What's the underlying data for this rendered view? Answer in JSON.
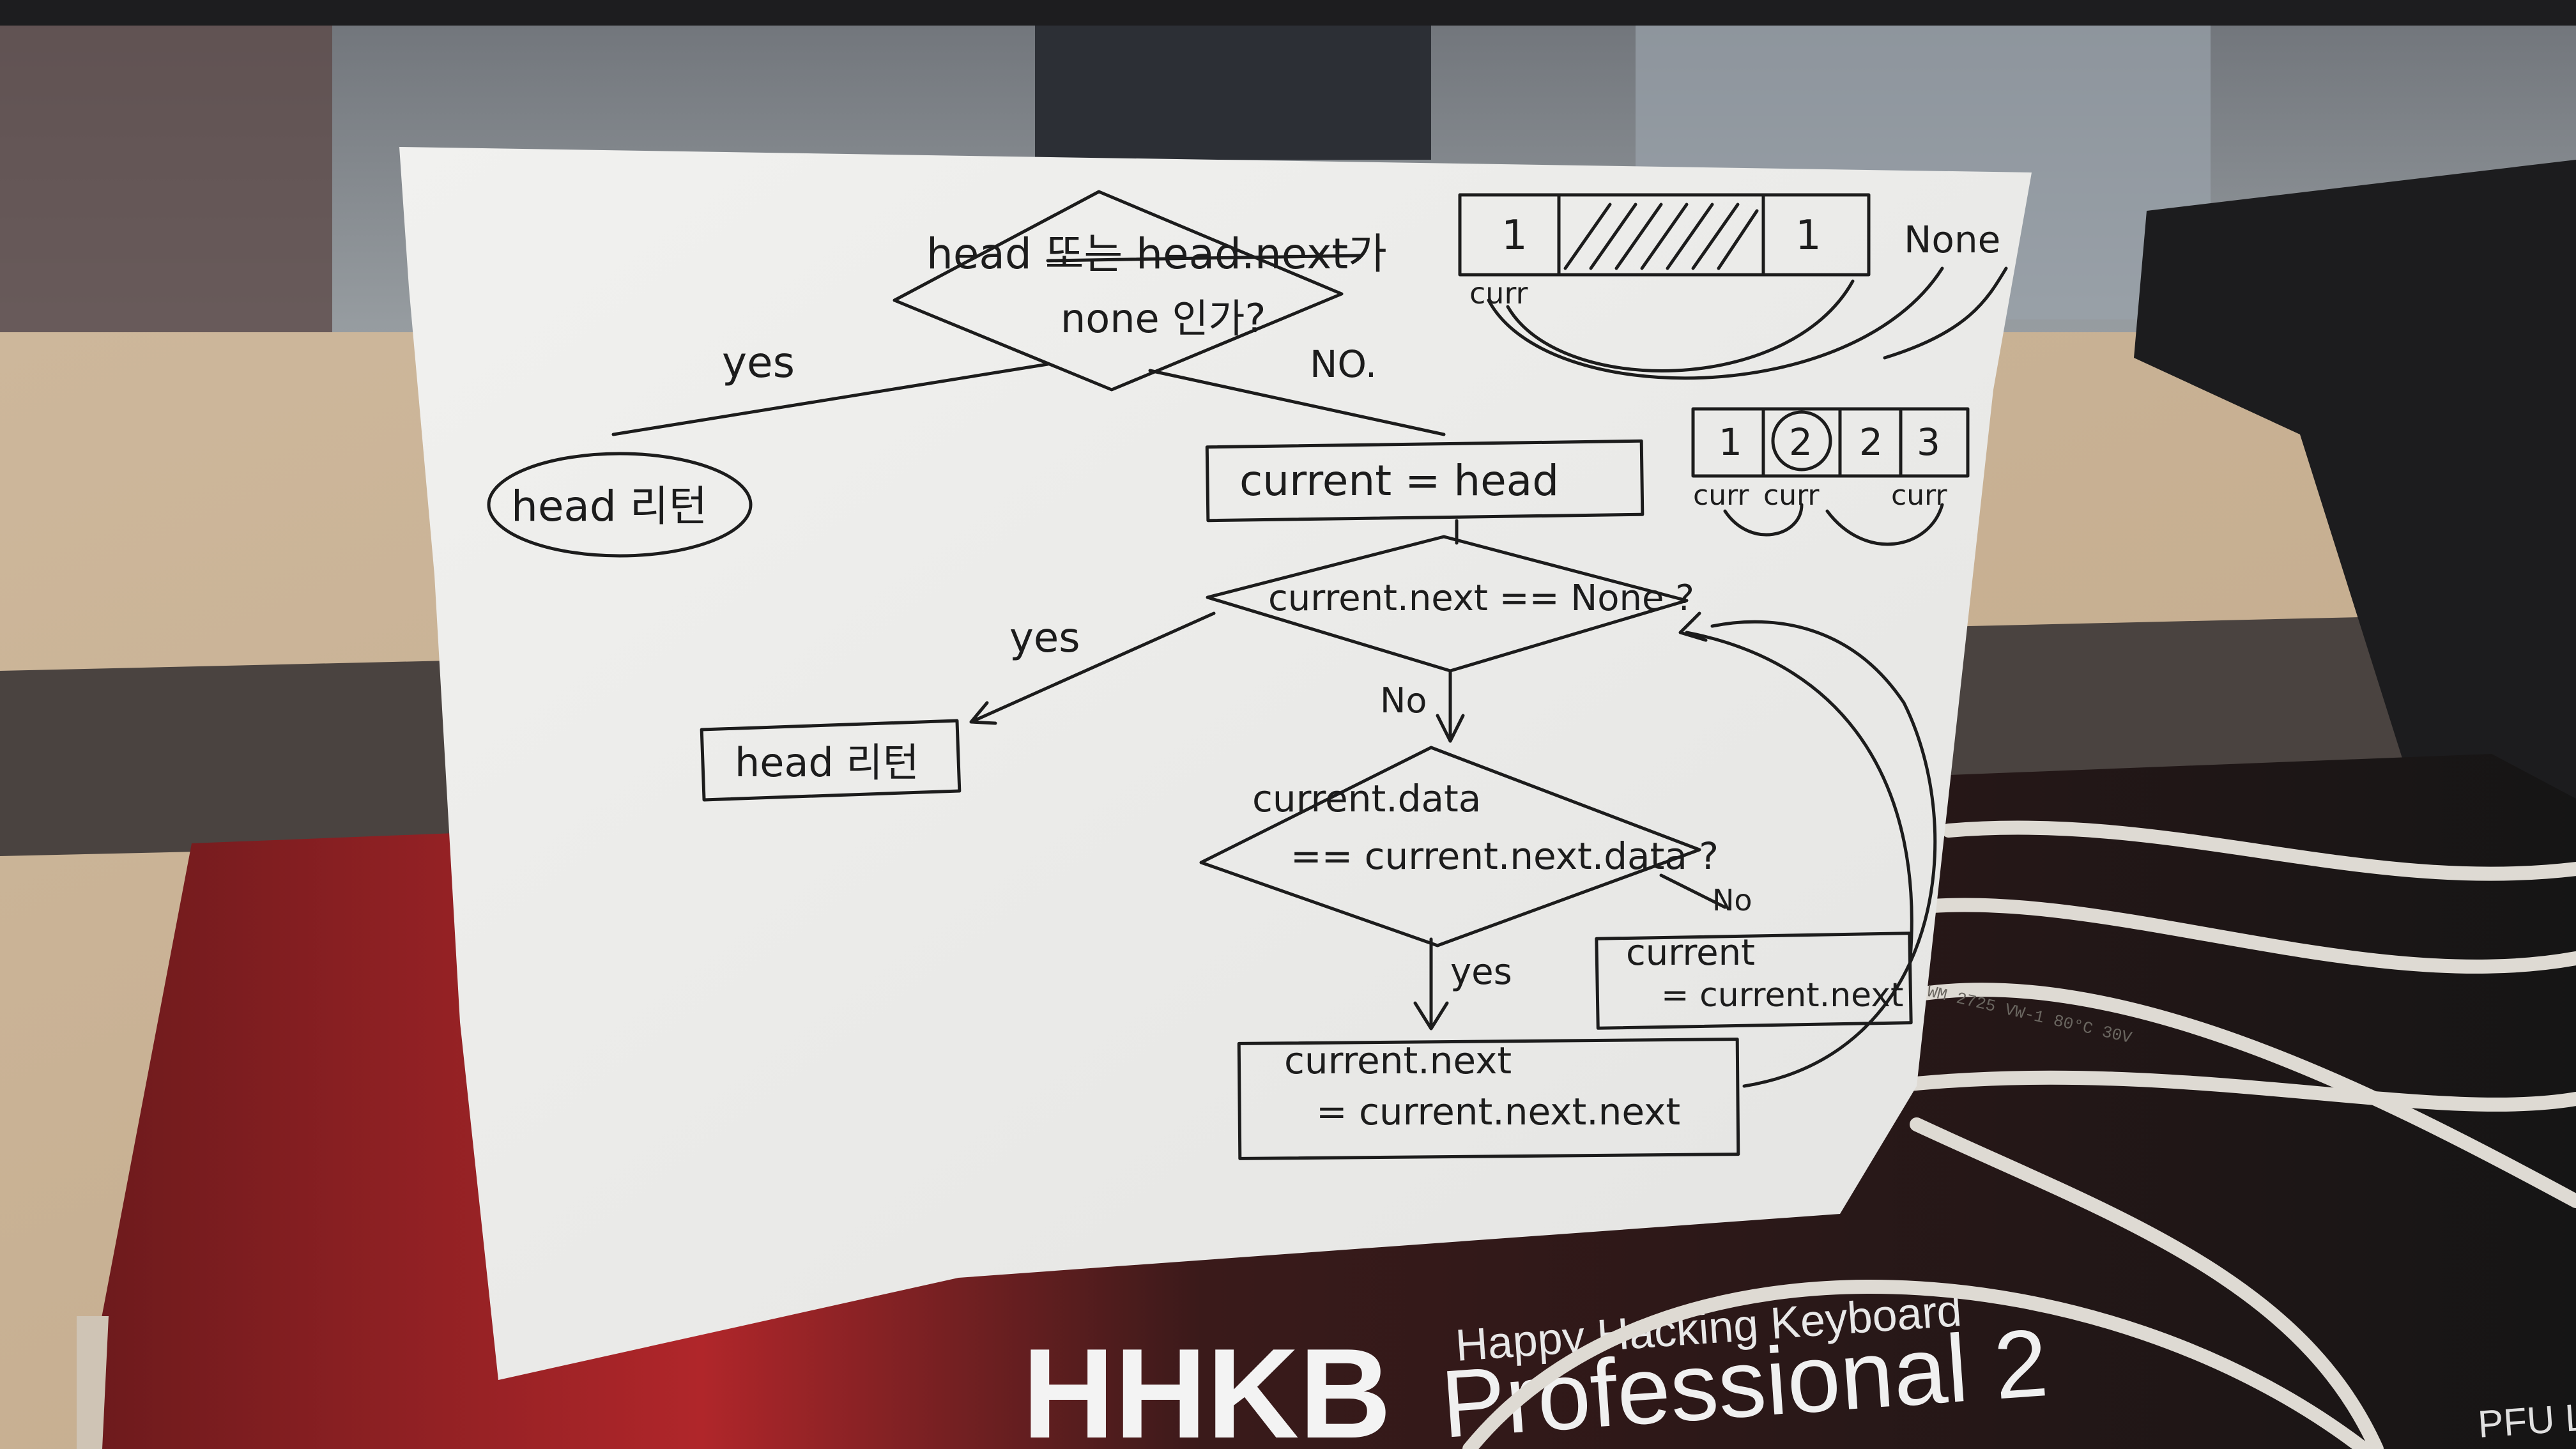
{
  "flowchart": {
    "decision_head": {
      "line1": "head 또는 head.next가",
      "line2": "none 인가?"
    },
    "yes_left": "yes",
    "no_right": "NO.",
    "return_head_circle": "head 리턴",
    "assign_current": "current = head",
    "decision_next_none": "current.next == None ?",
    "yes_mid": "yes",
    "return_head_box": "head 리턴",
    "no_mid": "No",
    "decision_data": {
      "line1": "current.data",
      "line2": "== current.next.data ?"
    },
    "no_small": "No",
    "yes_low": "yes",
    "advance_current": {
      "line1": "current",
      "line2": "= current.next"
    },
    "skip_next": {
      "line1": "current.next",
      "line2": "= current.next.next"
    }
  },
  "sketch": {
    "list_top": [
      "1",
      "1"
    ],
    "curr_top": "curr",
    "none_label": "None",
    "list_mid": [
      "1",
      "2",
      "2",
      "3"
    ],
    "curr_mid": [
      "curr",
      "curr",
      "curr"
    ]
  },
  "keyboard_box": {
    "logo": "HHKB",
    "tagline": "Happy Hacking Keyboard",
    "model": "Professional 2",
    "maker": "PFU L"
  },
  "cable_print": "AWM 2725 VW-1 80°C 30V"
}
